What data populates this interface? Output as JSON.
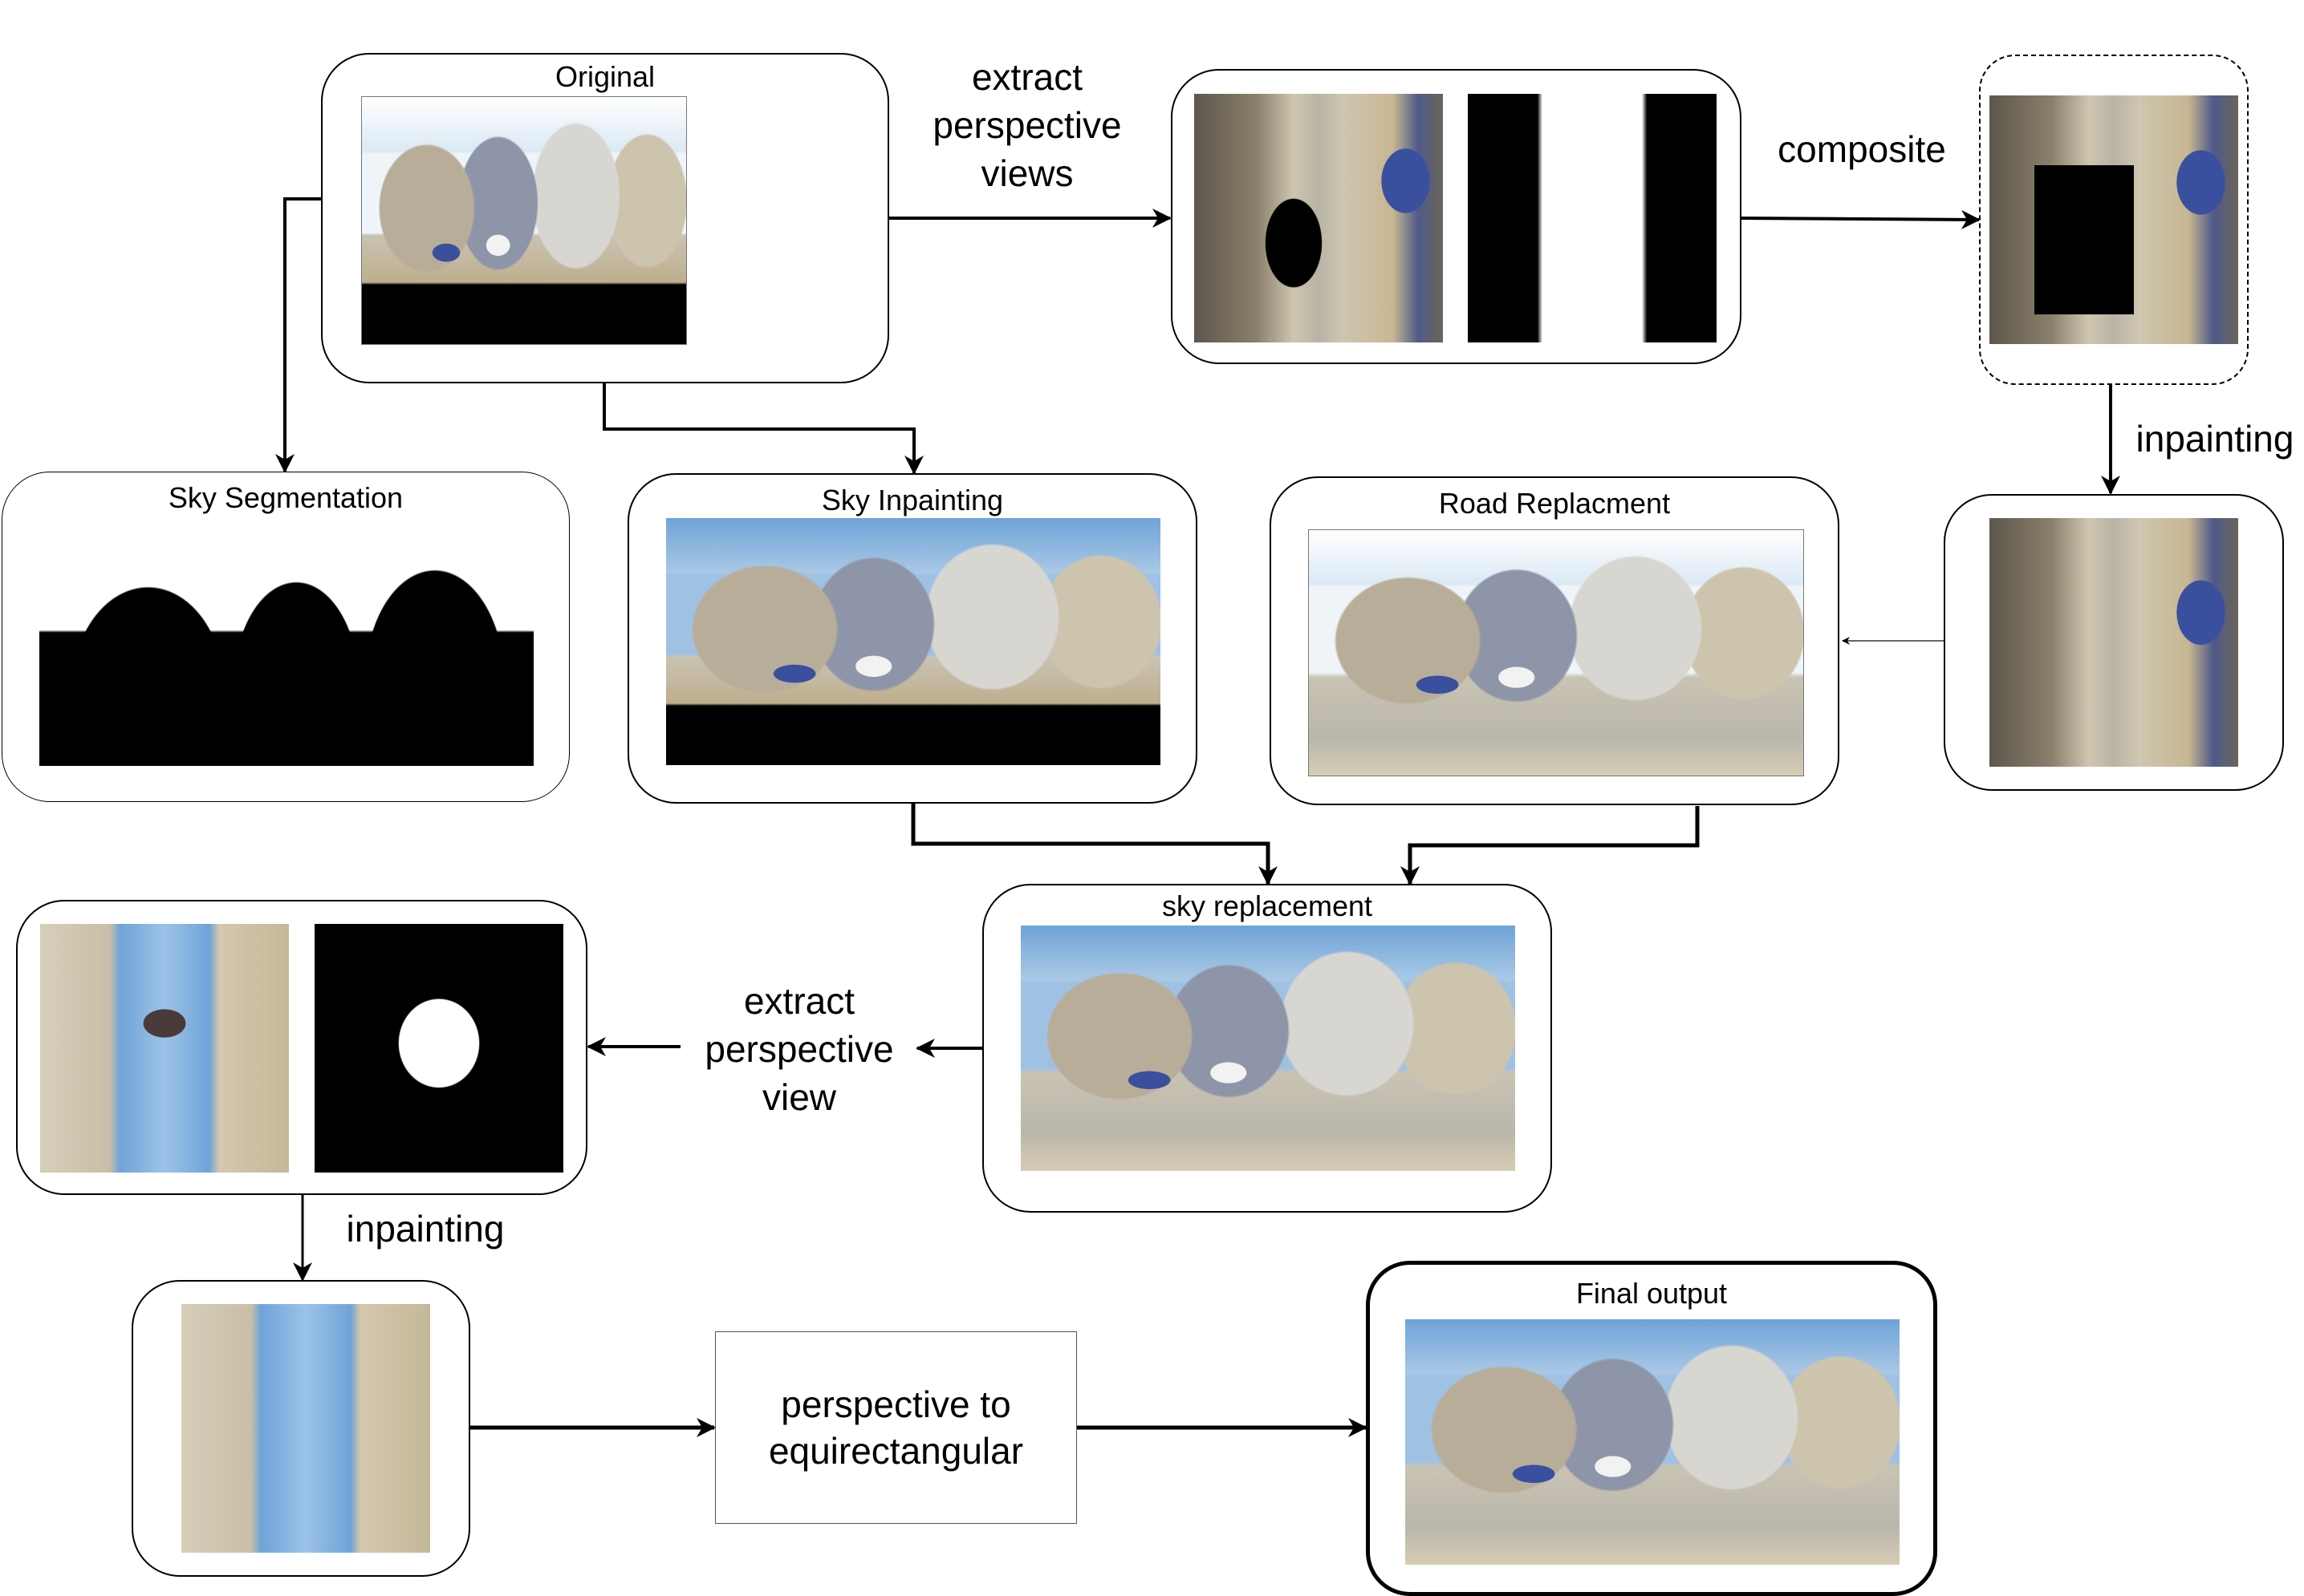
{
  "diagram": {
    "nodes": {
      "original": {
        "title": "Original",
        "image": "equirectangular-street-panorama-with-black-bottom"
      },
      "perspective_views": {
        "images": [
          "perspective-road-view-with-car-hole",
          "road-mask-white-on-black"
        ]
      },
      "composite": {
        "image": "road-view-with-black-mask-region"
      },
      "road_inpainted": {
        "image": "inpainted-road-perspective-view"
      },
      "sky_segmentation": {
        "title": "Sky Segmentation",
        "image": "sky-mask-white-sky-black-ground"
      },
      "sky_inpainting": {
        "title": "Sky Inpainting",
        "image": "panorama-with-inpainted-blue-sky"
      },
      "road_replacement": {
        "title": "Road Replacment",
        "image": "panorama-with-replaced-road"
      },
      "sky_replacement": {
        "title": "sky replacement",
        "image": "panorama-with-new-sky-and-road"
      },
      "sky_perspective": {
        "images": [
          "upward-sky-view-with-artifact",
          "artifact-mask-white-blob"
        ]
      },
      "sky_inpainted": {
        "image": "inpainted-upward-sky-view"
      },
      "perspective_to_equirect": {
        "label_line1": "perspective to",
        "label_line2": "equirectangular"
      },
      "final_output": {
        "title": "Final output",
        "image": "final-panorama"
      }
    },
    "edge_labels": {
      "extract_views": [
        "extract",
        "perspective",
        "views"
      ],
      "composite": "composite",
      "inpainting_right": "inpainting",
      "extract_view": [
        "extract",
        "perspective",
        "view"
      ],
      "inpainting_left": "inpainting"
    },
    "colors": {
      "sky": "#6fa3d8",
      "sky_light": "#dbe9f4",
      "building": "#b8ad98",
      "road": "#c9c3b3",
      "mask_black": "#000000",
      "mask_white": "#ffffff",
      "car_blue": "#3a4f9e"
    }
  }
}
